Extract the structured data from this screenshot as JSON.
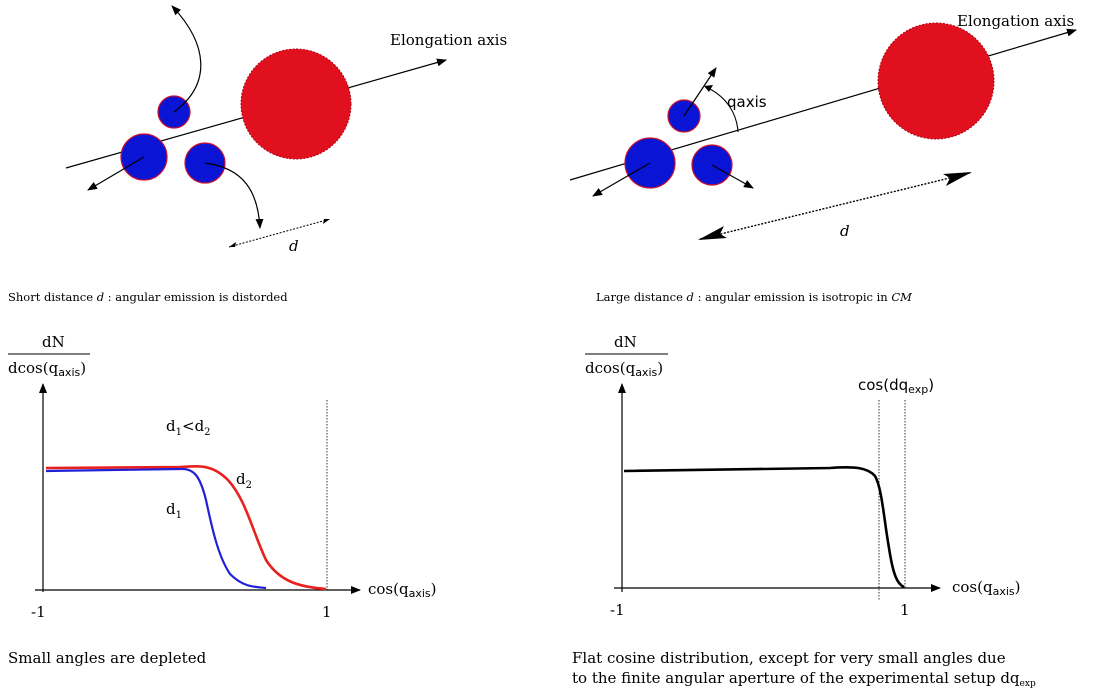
{
  "top_left": {
    "axis_label": "Elongation axis",
    "distance_label": "d",
    "caption_prefix": "Short distance ",
    "caption_var": "d",
    "caption_suffix": " : angular emission is distorded"
  },
  "top_right": {
    "axis_label": "Elongation axis",
    "angle_label": "qaxis",
    "distance_label": "d",
    "caption_prefix": "Large distance ",
    "caption_var": "d",
    "caption_mid": " : angular emission is isotropic in ",
    "caption_cm": "CM"
  },
  "plot_left": {
    "ylabel_num": "dN",
    "ylabel_den_prefix": "dcos(q",
    "ylabel_den_sub": "axis",
    "ylabel_den_suffix": ")",
    "xlabel_prefix": "cos(q",
    "xlabel_sub": "axis",
    "xlabel_suffix": ")",
    "tick_min": "-1",
    "tick_max": "1",
    "inequality": {
      "a": "d",
      "a_sub": "1",
      "op": "<",
      "b": "d",
      "b_sub": "2"
    },
    "label_d1": {
      "base": "d",
      "sub": "1"
    },
    "label_d2": {
      "base": "d",
      "sub": "2"
    },
    "caption": "Small angles are depleted"
  },
  "plot_right": {
    "ylabel_num": "dN",
    "ylabel_den_prefix": "dcos(q",
    "ylabel_den_sub": "axis",
    "ylabel_den_suffix": ")",
    "xlabel_prefix": "cos(q",
    "xlabel_sub": "axis",
    "xlabel_suffix": ")",
    "tick_min": "-1",
    "tick_max": "1",
    "cut_label_prefix": "cos(dq",
    "cut_label_sub": "exp",
    "cut_label_suffix": ")",
    "caption_line1": "Flat cosine distribution, except for very small angles due",
    "caption_line2_prefix": "to the finite angular aperture of the experimental setup dq",
    "caption_line2_sub": "exp"
  },
  "colors": {
    "fragment_blue": "#0a14d4",
    "fragment_outline": "#c8102e",
    "heavy_red": "#e0101e",
    "curve_red": "#e8201e",
    "curve_blue": "#2020d8"
  }
}
